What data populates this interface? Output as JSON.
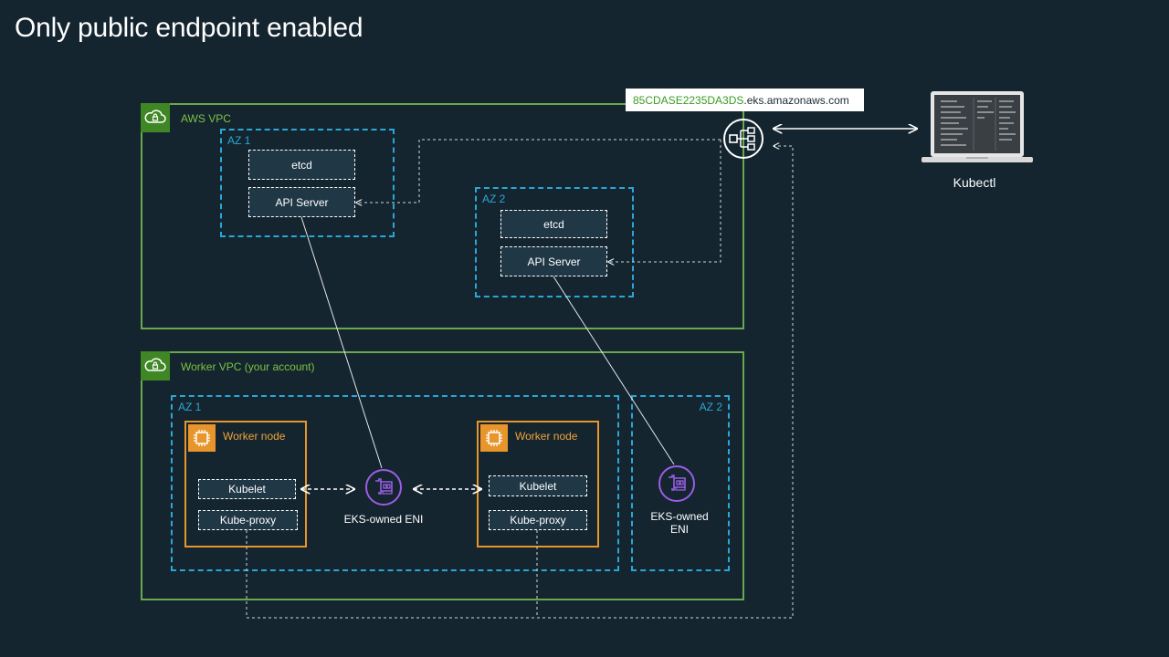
{
  "title": "Only public endpoint enabled",
  "aws_vpc": {
    "label": "AWS VPC",
    "az1": {
      "label": "AZ 1",
      "etcd": "etcd",
      "api_server": "API Server"
    },
    "az2": {
      "label": "AZ 2",
      "etcd": "etcd",
      "api_server": "API Server"
    }
  },
  "endpoint": {
    "id": "85CDASE2235DA3DS",
    "domain": ".eks.amazonaws.com"
  },
  "kubectl": {
    "label": "Kubectl"
  },
  "worker_vpc": {
    "label": "Worker VPC (your account)",
    "az1": {
      "label": "AZ 1",
      "node1": {
        "label": "Worker node",
        "kubelet": "Kubelet",
        "kube_proxy": "Kube-proxy"
      },
      "node2": {
        "label": "Worker node",
        "kubelet": "Kubelet",
        "kube_proxy": "Kube-proxy"
      },
      "eni": {
        "label": "EKS-owned ENI"
      }
    },
    "az2": {
      "label": "AZ 2",
      "eni": {
        "line1": "EKS-owned",
        "line2": "ENI"
      }
    }
  },
  "colors": {
    "background": "#14252f",
    "vpc_border": "#6aa84f",
    "az_border": "#2aa7d6",
    "worker_border": "#e8952b",
    "eni_purple": "#9b5de5"
  }
}
